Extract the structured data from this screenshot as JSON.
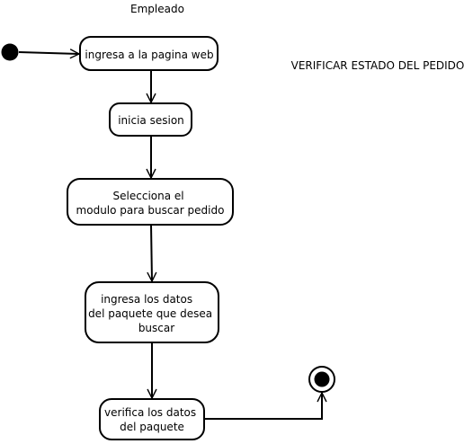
{
  "diagram": {
    "swimlane_label": "Empleado",
    "title": "VERIFICAR ESTADO DEL PEDIDO",
    "actions": [
      {
        "lines": [
          "ingresa a la pagina web"
        ]
      },
      {
        "lines": [
          "inicia sesion"
        ]
      },
      {
        "lines": [
          "Selecciona el",
          "modulo para buscar pedido"
        ]
      },
      {
        "lines": [
          "ingresa los datos",
          "del paquete que desea",
          "buscar"
        ]
      },
      {
        "lines": [
          "verifica los datos",
          "del paquete"
        ]
      }
    ]
  }
}
